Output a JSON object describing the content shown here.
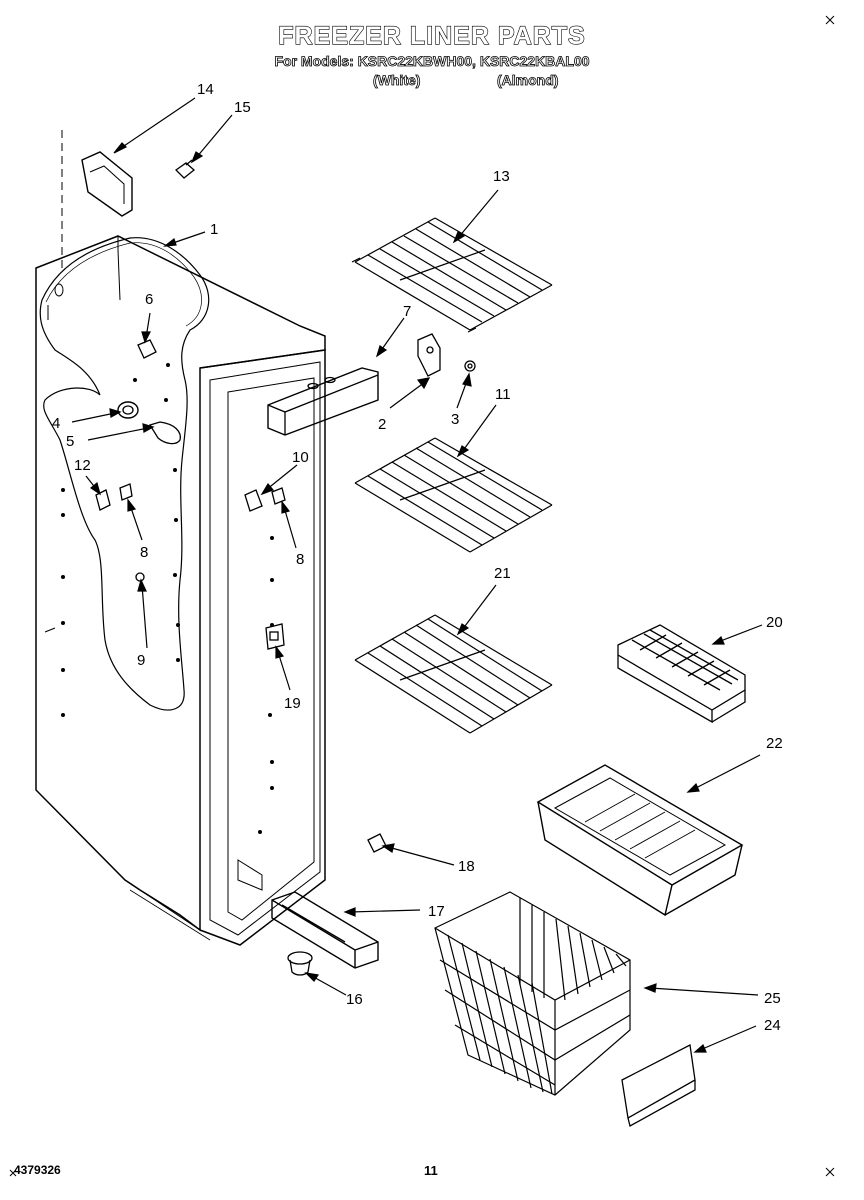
{
  "header": {
    "title": "FREEZER LINER PARTS",
    "models_line": "For Models: KSRC22KBWH00, KSRC22KBAL00",
    "variant_white": "(White)",
    "variant_almond": "(Almond)"
  },
  "callouts": [
    "14",
    "15",
    "1",
    "13",
    "6",
    "7",
    "2",
    "3",
    "11",
    "4",
    "5",
    "12",
    "10",
    "8",
    "8",
    "9",
    "21",
    "20",
    "19",
    "22",
    "18",
    "17",
    "16",
    "25",
    "24"
  ],
  "footer": {
    "part_number": "4379326",
    "page_number": "11"
  },
  "colors": {
    "line": "#000000",
    "background": "#ffffff"
  }
}
